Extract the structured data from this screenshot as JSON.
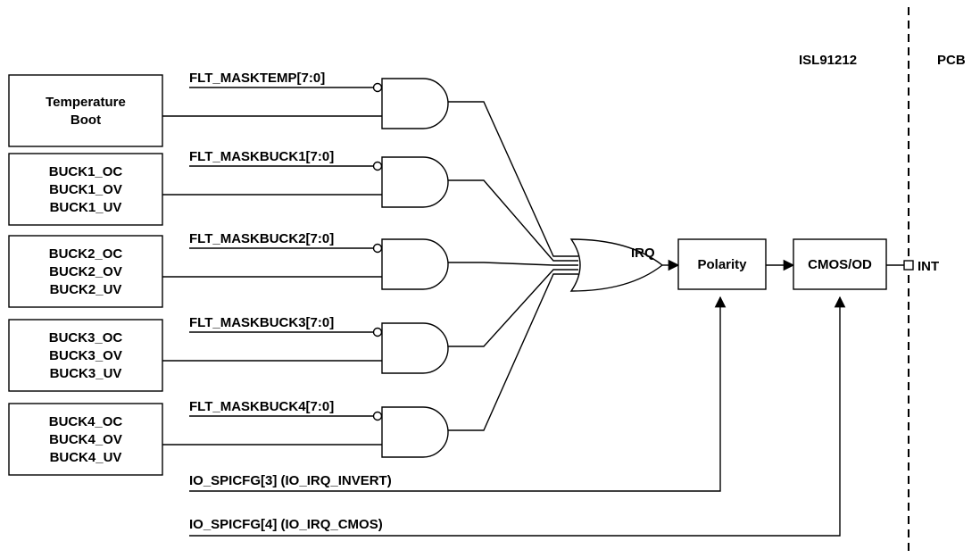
{
  "regions": {
    "chip": "ISL91212",
    "board": "PCB"
  },
  "sources": [
    {
      "lines": [
        "Temperature",
        "Boot"
      ],
      "mask": "FLT_MASKTEMP[7:0]"
    },
    {
      "lines": [
        "BUCK1_OC",
        "BUCK1_OV",
        "BUCK1_UV"
      ],
      "mask": "FLT_MASKBUCK1[7:0]"
    },
    {
      "lines": [
        "BUCK2_OC",
        "BUCK2_OV",
        "BUCK2_UV"
      ],
      "mask": "FLT_MASKBUCK2[7:0]"
    },
    {
      "lines": [
        "BUCK3_OC",
        "BUCK3_OV",
        "BUCK3_UV"
      ],
      "mask": "FLT_MASKBUCK3[7:0]"
    },
    {
      "lines": [
        "BUCK4_OC",
        "BUCK4_OV",
        "BUCK4_UV"
      ],
      "mask": "FLT_MASKBUCK4[7:0]"
    }
  ],
  "or_output": "IRQ",
  "polarity_block": "Polarity",
  "driver_block": "CMOS/OD",
  "pin": "INT",
  "controls": {
    "invert": "IO_SPICFG[3] (IO_IRQ_INVERT)",
    "cmos": "IO_SPICFG[4] (IO_IRQ_CMOS)"
  }
}
